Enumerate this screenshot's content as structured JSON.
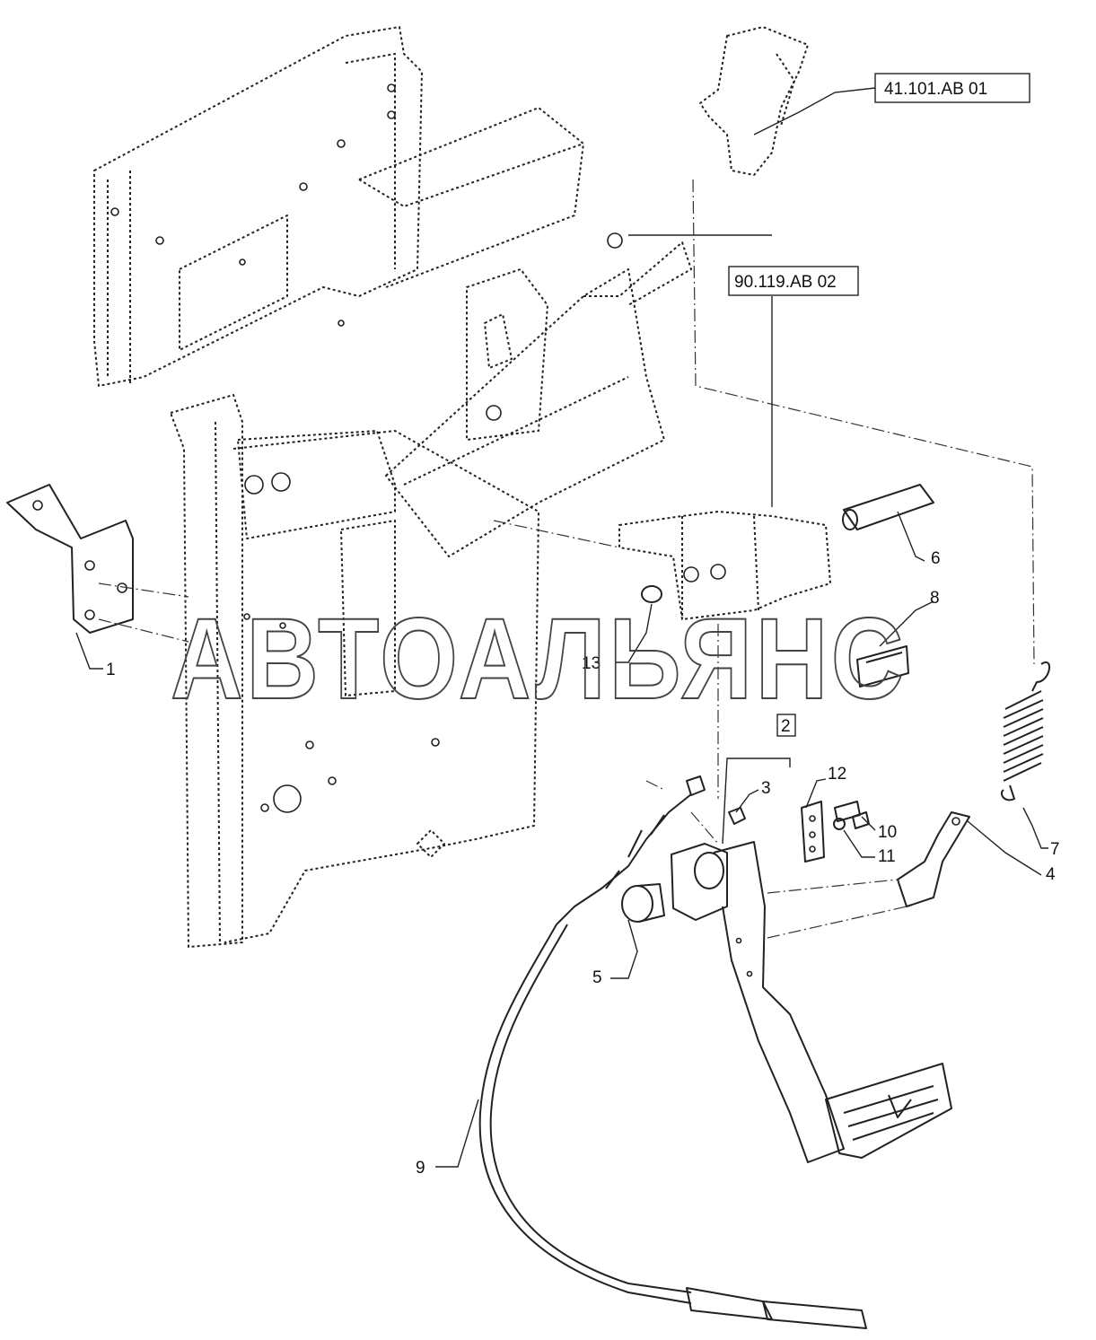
{
  "references": [
    {
      "id": "ref-41",
      "label": "41.101.AB 01"
    },
    {
      "id": "ref-90",
      "label": "90.119.AB 02"
    }
  ],
  "callouts": {
    "c1": "1",
    "c2": "2",
    "c3": "3",
    "c4": "4",
    "c5": "5",
    "c6": "6",
    "c7": "7",
    "c8": "8",
    "c9": "9",
    "c10": "10",
    "c11": "11",
    "c12": "12",
    "c13": "13"
  },
  "watermark": "АВТОАЛЬЯНС"
}
